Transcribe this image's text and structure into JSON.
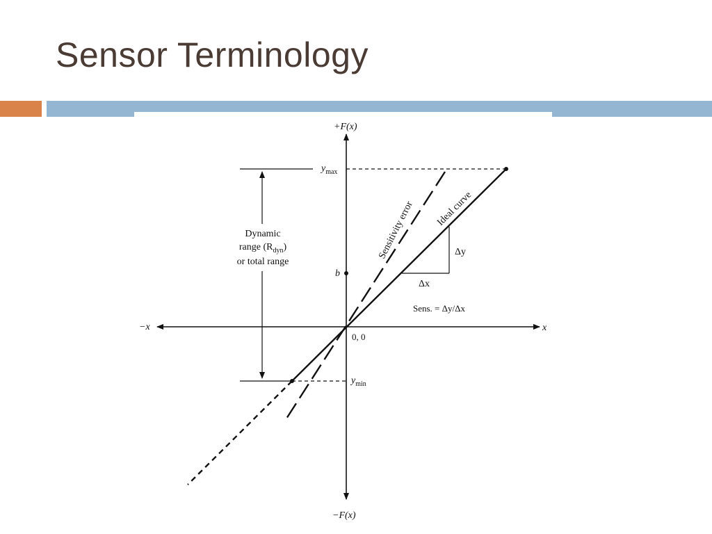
{
  "slide": {
    "title": "Sensor Terminology",
    "accent_color": "#d9824a",
    "band_color": "#94b6d2"
  },
  "diagram": {
    "axis_labels": {
      "y_pos": "+F(x)",
      "y_neg": "−F(x)",
      "x_pos": "x",
      "x_neg": "−x"
    },
    "origin_label": "0, 0",
    "ymax_label": {
      "base": "y",
      "sub": "max"
    },
    "ymin_label": {
      "base": "y",
      "sub": "min"
    },
    "intercept_label": "b",
    "dynamic_range": {
      "line1": "Dynamic",
      "line2_pre": "range (R",
      "line2_sub": "dyn",
      "line2_post": ")",
      "line3": "or total range"
    },
    "sensitivity_error_label": "Sensitivity error",
    "ideal_curve_label": "Ideal curve",
    "delta_y_label": "Δy",
    "delta_x_label": "Δx",
    "sensitivity_formula": "Sens. = Δy/Δx"
  }
}
